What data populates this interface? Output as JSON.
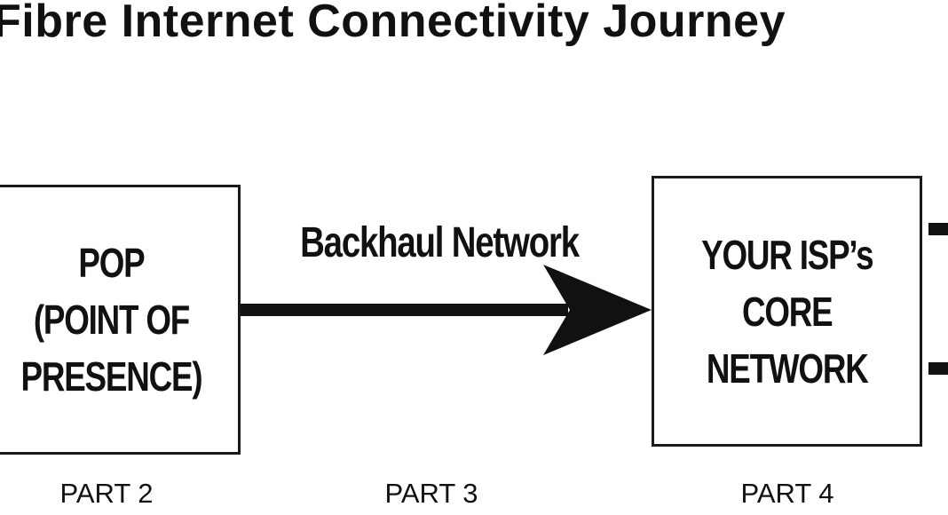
{
  "title": "Fibre Internet Connectivity Journey",
  "nodes": {
    "pop": {
      "lines": [
        "POP",
        "(POINT OF",
        "PRESENCE)"
      ]
    },
    "isp_core": {
      "lines": [
        "YOUR ISP’s",
        "CORE",
        "NETWORK"
      ]
    }
  },
  "link": {
    "label": "Backhaul Network"
  },
  "parts": [
    "PART 2",
    "PART 3",
    "PART 4"
  ],
  "colors": {
    "ink": "#111111",
    "background": "#ffffff"
  }
}
